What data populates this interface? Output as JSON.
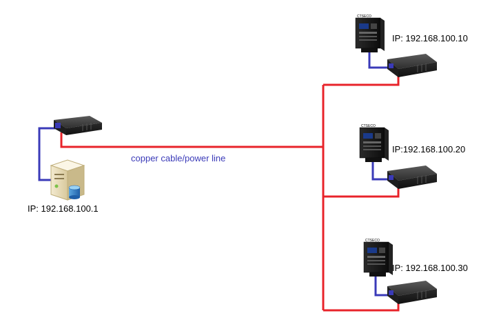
{
  "labels": {
    "server_ip": "IP: 192.168.100.1",
    "cable": "copper cable/power line",
    "device1_ip": "IP: 192.168.100.10",
    "device2_ip": "IP:192.168.100.20",
    "device3_ip": "IP: 192.168.100.30"
  },
  "device_brand": "CTSECO",
  "colors": {
    "power_line": "#e8232a",
    "ethernet": "#3a3ab8",
    "cable_label": "#3a3ab8"
  }
}
